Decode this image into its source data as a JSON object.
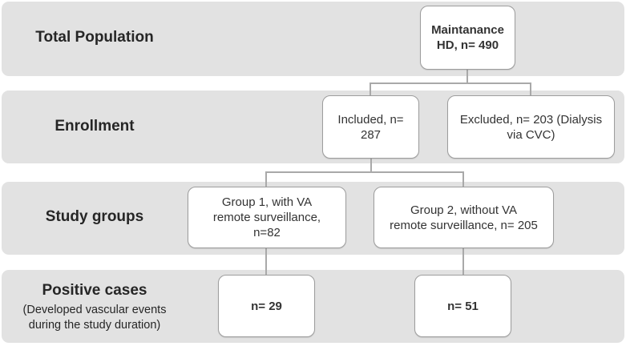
{
  "theme": {
    "band-bg": "#e2e2e2",
    "node-bg": "#ffffff",
    "node-border": "#9d9d9d",
    "line-color": "#a9a9a9",
    "text-color": "#333333",
    "label-color": "#262626"
  },
  "rows": [
    {
      "label": "Total Population"
    },
    {
      "label": "Enrollment"
    },
    {
      "label": "Study groups"
    },
    {
      "label": "Positive cases",
      "sublabel": "(Developed vascular events\nduring the study duration)"
    }
  ],
  "nodes": {
    "total_population": "Maintanance\nHD, n= 490",
    "included": "Included, n=\n287",
    "excluded": "Excluded, n= 203 (Dialysis\nvia CVC)",
    "group1": "Group 1, with VA\nremote surveillance,\nn=82",
    "group2": "Group 2, without VA\nremote surveillance, n= 205",
    "positive_group1": "n= 29",
    "positive_group2": "n= 51"
  }
}
